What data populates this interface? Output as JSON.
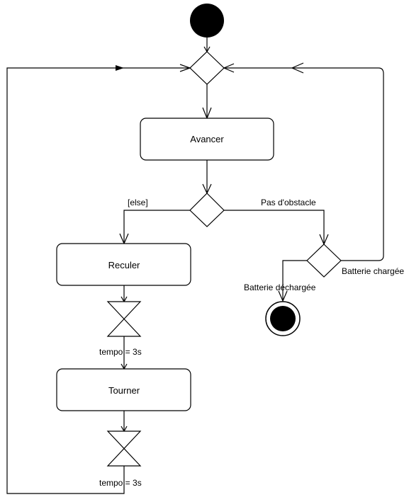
{
  "activities": {
    "avancer": "Avancer",
    "reculer": "Reculer",
    "tourner": "Tourner"
  },
  "guards": {
    "else": "[else]",
    "pas_obstacle": "Pas d'obstacle",
    "batterie_chargee": "Batterie chargée",
    "batterie_dechargee": "Batterie déchargée"
  },
  "timers": {
    "timer1": "tempo = 3s",
    "timer2": "tempo = 3s"
  },
  "colors": {
    "stroke": "#000000",
    "fill": "#ffffff",
    "node": "#000000"
  }
}
